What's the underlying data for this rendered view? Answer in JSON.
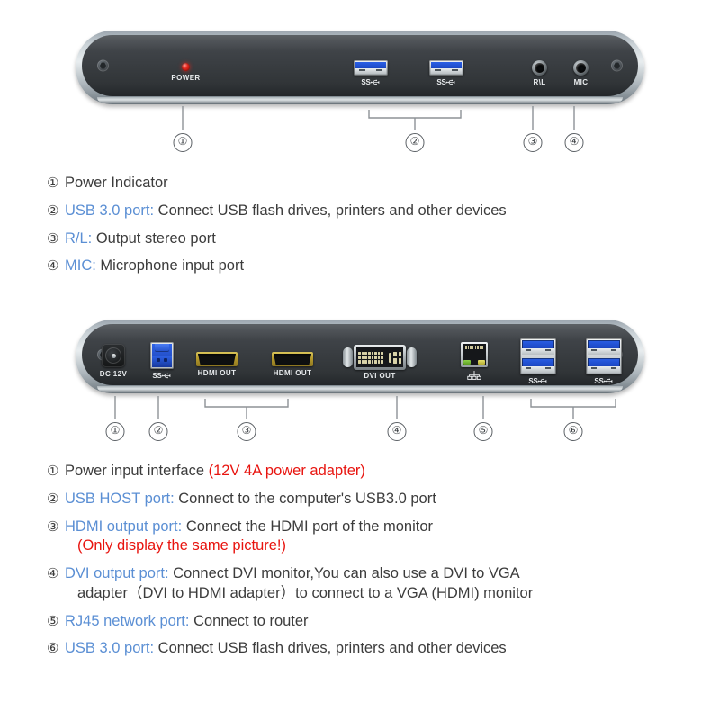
{
  "front_panel": {
    "name": "front-panel",
    "ports": [
      {
        "id": "power-led",
        "label": "POWER",
        "type": "led",
        "color": "#e8291f"
      },
      {
        "id": "usb3-a-1",
        "label": "SS",
        "type": "usb-a-3.0"
      },
      {
        "id": "usb3-a-2",
        "label": "SS",
        "type": "usb-a-3.0"
      },
      {
        "id": "audio-out",
        "label": "R\\L",
        "type": "audio-jack"
      },
      {
        "id": "mic-in",
        "label": "MIC",
        "type": "audio-jack"
      }
    ],
    "callouts": [
      "①",
      "②",
      "③",
      "④"
    ]
  },
  "front_legend": {
    "items": [
      {
        "marker": "①",
        "term": "",
        "text": "Power Indicator"
      },
      {
        "marker": "②",
        "term": "USB 3.0 port:",
        "text": " Connect USB flash drives, printers and other devices"
      },
      {
        "marker": "③",
        "term": "R/L:",
        "text": " Output stereo port"
      },
      {
        "marker": "④",
        "term": "MIC:",
        "text": " Microphone input port"
      }
    ]
  },
  "rear_panel": {
    "name": "rear-panel",
    "ports": [
      {
        "id": "dc-in",
        "label": "DC 12V",
        "type": "dc-jack"
      },
      {
        "id": "usb-host",
        "label": "SS",
        "type": "usb-b-3.0"
      },
      {
        "id": "hdmi-out-1",
        "label": "HDMI OUT",
        "type": "hdmi"
      },
      {
        "id": "hdmi-out-2",
        "label": "HDMI OUT",
        "type": "hdmi"
      },
      {
        "id": "dvi-out",
        "label": "DVI OUT",
        "type": "dvi"
      },
      {
        "id": "rj45",
        "label": "",
        "type": "rj45"
      },
      {
        "id": "usb3-stack-1",
        "label": "SS",
        "type": "usb-a-3.0-stack"
      },
      {
        "id": "usb3-stack-2",
        "label": "SS",
        "type": "usb-a-3.0-stack"
      }
    ],
    "callouts": [
      "①",
      "②",
      "③",
      "④",
      "⑤",
      "⑥"
    ]
  },
  "rear_legend": {
    "items": [
      {
        "marker": "①",
        "term": "",
        "text": "Power input interface ",
        "warn": "(12V 4A power adapter)"
      },
      {
        "marker": "②",
        "term": "USB HOST port:",
        "text": " Connect to the computer's USB3.0 port"
      },
      {
        "marker": "③",
        "term": "HDMI output port:",
        "text": " Connect the HDMI port of the monitor",
        "warn2": "(Only display the same picture!)"
      },
      {
        "marker": "④",
        "term": "DVI output port:",
        "text": " Connect DVI monitor,You can also use a DVI to VGA",
        "text2": "adapter（DVI to HDMI adapter）to connect to a VGA (HDMI) monitor"
      },
      {
        "marker": "⑤",
        "term": "RJ45 network port:",
        "text": "  Connect to router"
      },
      {
        "marker": "⑥",
        "term": "USB 3.0 port:",
        "text": " Connect USB flash drives, printers and other devices"
      }
    ]
  },
  "colors": {
    "term_blue": "#5b8fd4",
    "warn_red": "#e8140f",
    "body_text": "#3c3c3c",
    "usb_blue": "#1b46c2",
    "hdmi_gold": "#b79b2c",
    "led_red": "#e8291f"
  }
}
